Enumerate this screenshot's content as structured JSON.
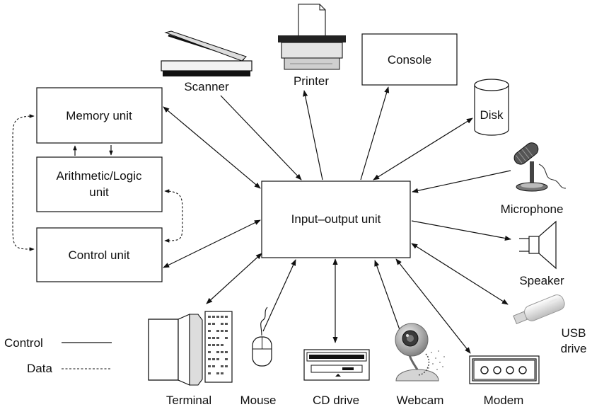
{
  "boxes": {
    "memory": "Memory unit",
    "alu_line1": "Arithmetic/Logic",
    "alu_line2": "unit",
    "control": "Control unit",
    "io": "Input–output unit",
    "console": "Console"
  },
  "devices": {
    "scanner": "Scanner",
    "printer": "Printer",
    "disk": "Disk",
    "microphone": "Microphone",
    "speaker": "Speaker",
    "usb_line1": "USB",
    "usb_line2": "drive",
    "modem": "Modem",
    "webcam": "Webcam",
    "cd_drive": "CD drive",
    "mouse": "Mouse",
    "terminal": "Terminal"
  },
  "legend": {
    "control": "Control",
    "data": "Data"
  },
  "icons": {
    "scanner": "scanner-icon",
    "printer": "printer-icon",
    "disk": "disk-cylinder-icon",
    "microphone": "microphone-icon",
    "speaker": "speaker-icon",
    "usb": "usb-drive-icon",
    "modem": "modem-icon",
    "webcam": "webcam-icon",
    "cd": "cd-drive-icon",
    "mouse": "mouse-icon",
    "terminal": "terminal-icon"
  }
}
